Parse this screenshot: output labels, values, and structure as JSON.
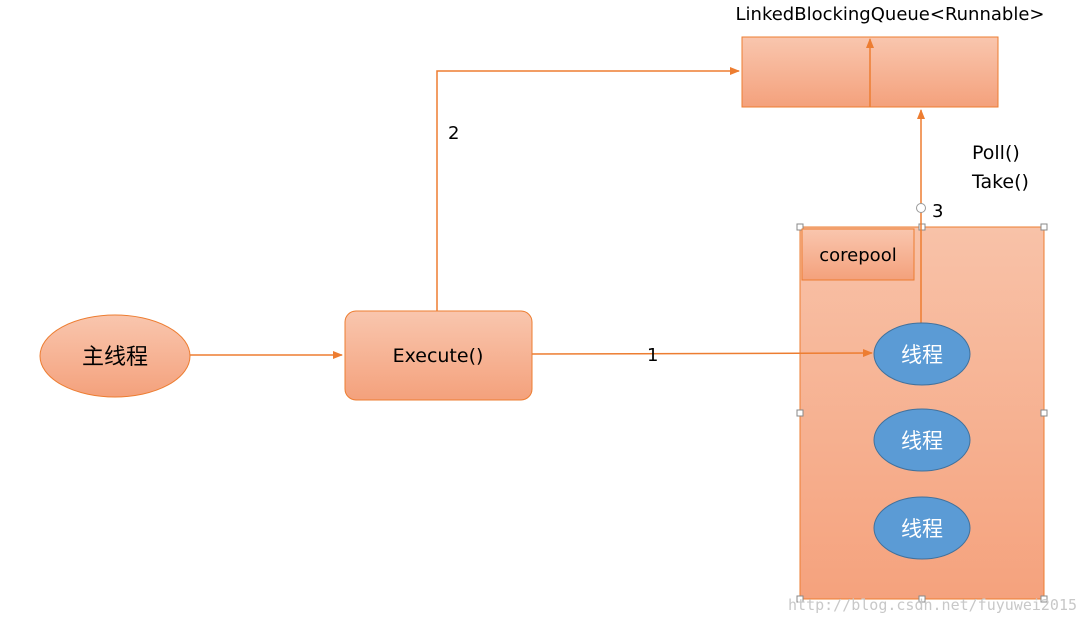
{
  "diagram": {
    "queue_label": "LinkedBlockingQueue<Runnable>",
    "main_thread_label": "主线程",
    "execute_label": "Execute()",
    "corepool_label": "corepool",
    "threads": [
      "线程",
      "线程",
      "线程"
    ],
    "edge_labels": {
      "one": "1",
      "two": "2",
      "three": "3",
      "poll": "Poll()",
      "take": "Take()"
    },
    "watermark": "http://blog.csdn.net/fuyuwei2015",
    "colors": {
      "accent": "#ed7d31",
      "shape_fill_top": "#f8c0a6",
      "shape_fill_bottom": "#f5a07b",
      "thread_fill": "#5b9bd5",
      "thread_stroke": "#41719c"
    }
  }
}
